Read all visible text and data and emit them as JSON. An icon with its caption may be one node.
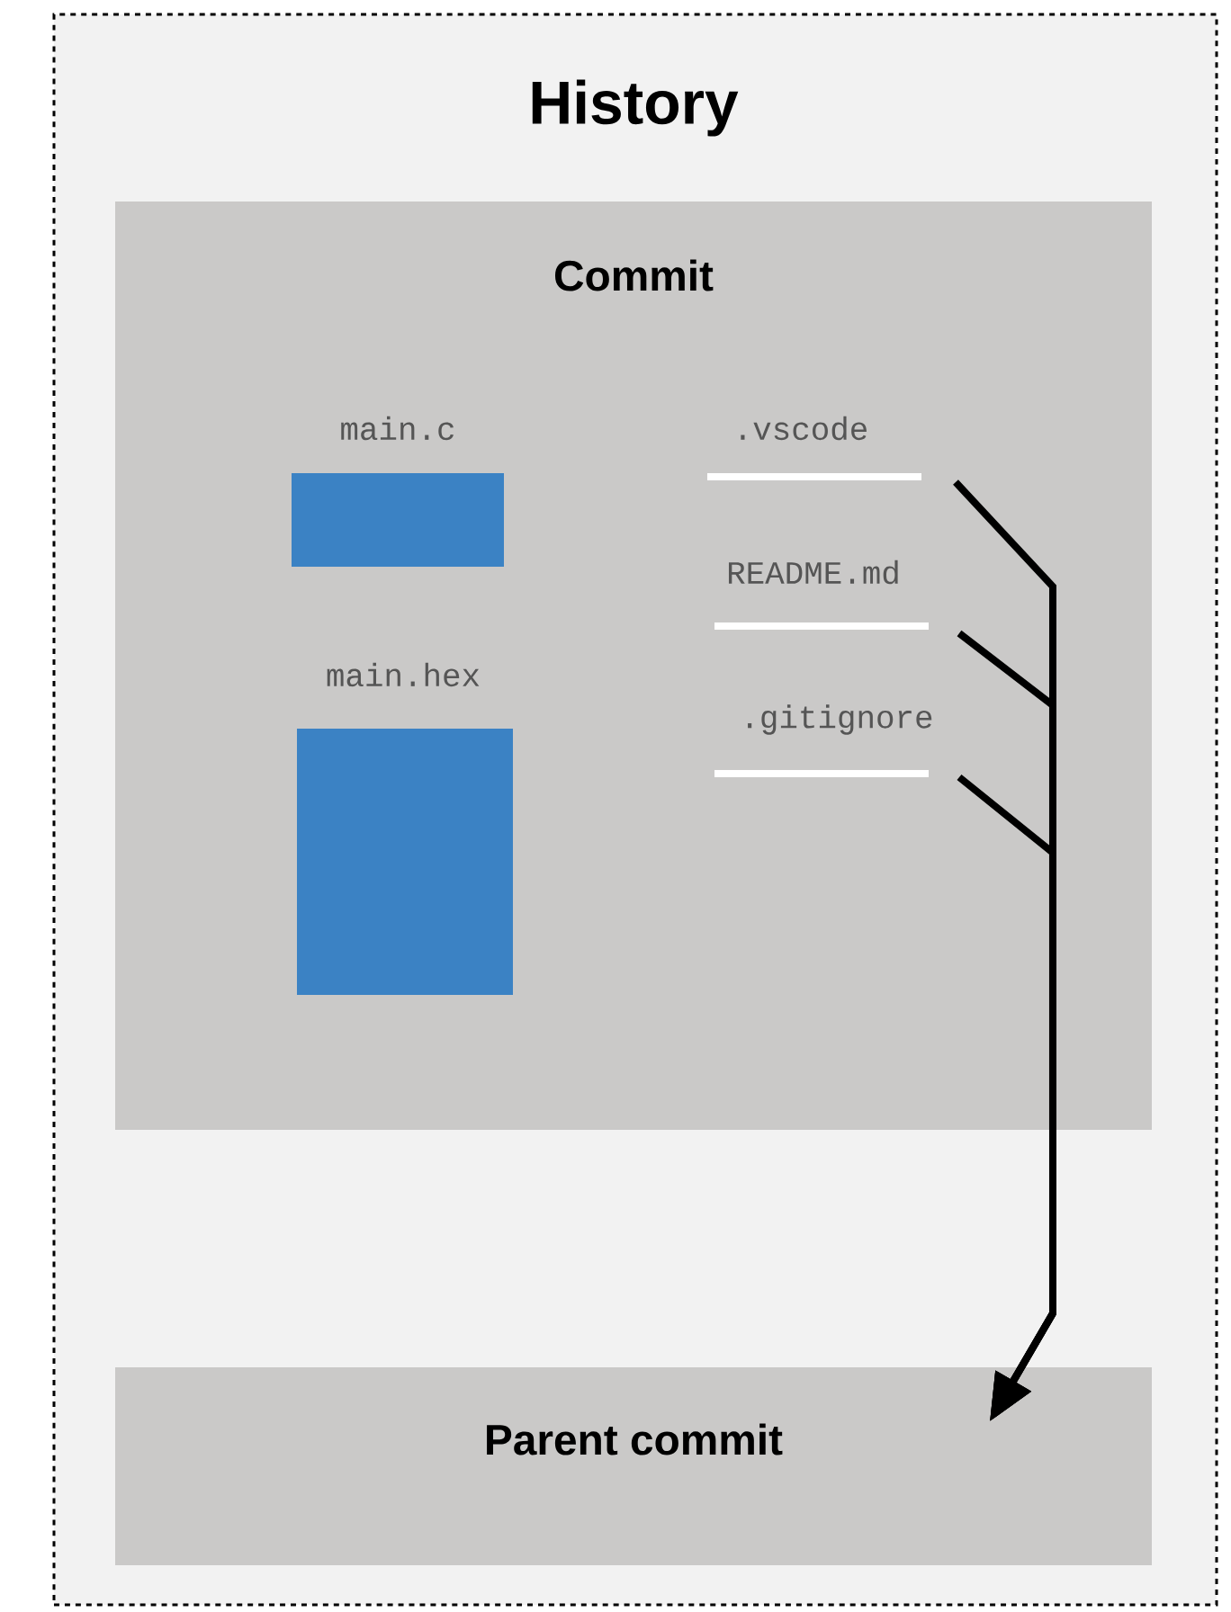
{
  "diagram": {
    "nodes": [
      {
        "text": [
          "History"
        ]
      },
      {
        "text": [
          "Commit"
        ],
        "in": 0
      },
      {
        "text": [
          "main.c"
        ],
        "in": 1
      },
      {
        "text": [
          "main.hex"
        ],
        "in": 1
      },
      {
        "text": [
          ".vscode"
        ],
        "in": 1
      },
      {
        "text": [
          "README.md"
        ],
        "in": 1
      },
      {
        "text": [
          ".gitignore"
        ],
        "in": 1
      },
      {
        "text": [
          "Parent commit"
        ],
        "in": 0
      }
    ],
    "edges": [
      {
        "from": 4,
        "to": 7,
        "arrow": "to"
      },
      {
        "from": 5,
        "to": 7,
        "arrow": "to"
      },
      {
        "from": 6,
        "to": 7,
        "arrow": "to"
      }
    ]
  }
}
